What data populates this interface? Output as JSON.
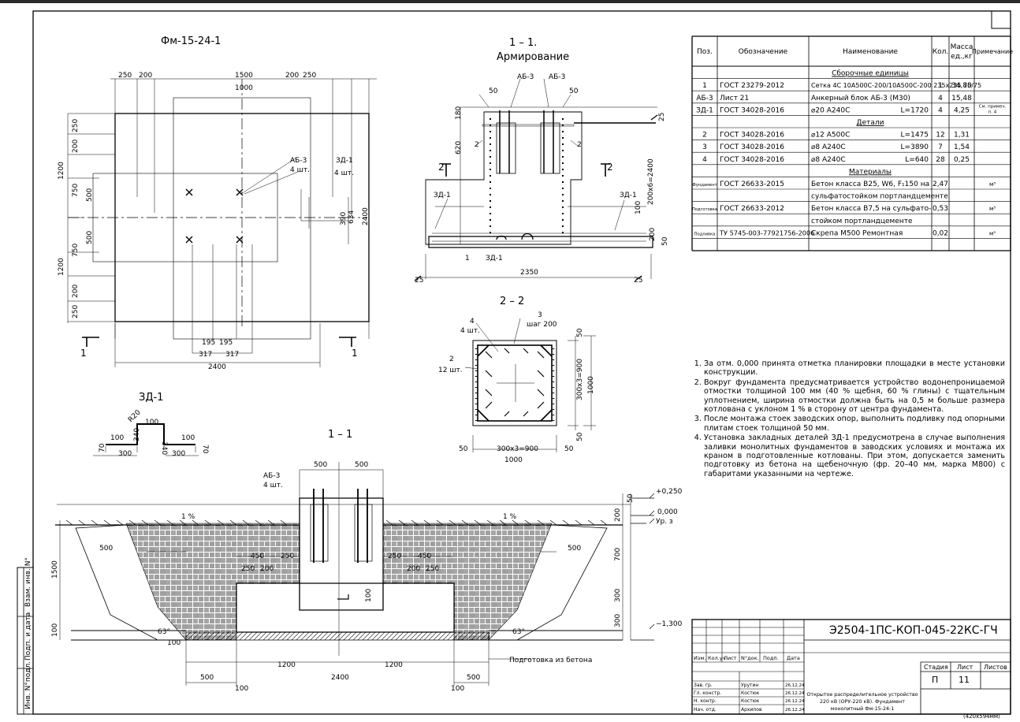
{
  "drawing": {
    "plan_title": "Фм-15-24-1",
    "section11_title": "1 – 1.",
    "section11_sub": "Армирование",
    "section22_title": "2 – 2",
    "detail_title": "ЗД-1",
    "section_main_title": "1 – 1",
    "plan_dims": [
      "250",
      "200",
      "1500",
      "200",
      "250",
      "1000",
      "1200",
      "750",
      "500",
      "500",
      "750",
      "1200",
      "250",
      "200",
      "200",
      "250",
      "390",
      "634",
      "2400",
      "195",
      "195",
      "317",
      "317",
      "2400"
    ],
    "plan_labels": {
      "ab": "АБ-3",
      "ab_qty": "4 шт.",
      "zd": "ЗД-1",
      "zd_qty": "4 шт.",
      "cut": "1"
    },
    "s11_dims": [
      "50",
      "50",
      "180",
      "620",
      "200x6=2400",
      "100",
      "200",
      "50",
      "2350",
      "25",
      "25",
      "25"
    ],
    "s11_labels": [
      "АБ-3",
      "АБ-3",
      "2",
      "2",
      "2",
      "2",
      "ЗД-1",
      "ЗД-1",
      "1",
      "ЗД-1"
    ],
    "s22_dims": [
      "50",
      "300x3=900",
      "1000",
      "50",
      "50",
      "300x3=900",
      "50",
      "1000"
    ],
    "s22_labels": {
      "p4": "4",
      "p4q": "4 шт.",
      "p3": "3",
      "p3s": "шаг 200",
      "p2": "2",
      "p2q": "12 шт."
    },
    "zd_dims": [
      "R20",
      "100",
      "100",
      "70",
      "340",
      "340",
      "100",
      "70",
      "300",
      "300"
    ],
    "main_dims": [
      "500",
      "500",
      "50",
      "+0,250",
      "0,000",
      "Ур. з",
      "200",
      "700",
      "300",
      "300",
      "−1,300",
      "1500",
      "100",
      "500",
      "500",
      "450",
      "250",
      "200",
      "250",
      "450",
      "250",
      "200",
      "250",
      "100",
      "63°",
      "63°",
      "1200",
      "1200",
      "2400",
      "500",
      "500",
      "100",
      "100",
      "100"
    ],
    "main_labels": {
      "ab": "АБ-3",
      "ab_qty": "4 шт.",
      "slope": "1 %",
      "concrete": "Подготовка из бетона"
    }
  },
  "spec": {
    "headers": [
      "Поз.",
      "Обозначение",
      "Наименование",
      "Кол.",
      "Масса ед.,кг",
      "Примечание"
    ],
    "rows": [
      {
        "type": "section",
        "name": "Сборочные единицы"
      },
      {
        "pos": "1",
        "designation": "ГОСТ 23279-2012",
        "name": "Сетка 4С 10А500С-200/10А500С-200 235х235 75/75",
        "qty": "1",
        "mass": "34,80",
        "note": ""
      },
      {
        "pos": "АБ-3",
        "designation": "Лист 21",
        "name": "Анкерный блок АБ-3 (М30)",
        "qty": "4",
        "mass": "15,48",
        "note": ""
      },
      {
        "pos": "ЗД-1",
        "designation": "ГОСТ 34028-2016",
        "name": "⌀20 А240С",
        "len": "L=1720",
        "qty": "4",
        "mass": "4,25",
        "note": "См. примеч. п. 4"
      },
      {
        "type": "section",
        "name": "Детали"
      },
      {
        "pos": "2",
        "designation": "ГОСТ 34028-2016",
        "name": "⌀12 А500С",
        "len": "L=1475",
        "qty": "12",
        "mass": "1,31",
        "note": ""
      },
      {
        "pos": "3",
        "designation": "ГОСТ 34028-2016",
        "name": "⌀8 А240С",
        "len": "L=3890",
        "qty": "7",
        "mass": "1,54",
        "note": ""
      },
      {
        "pos": "4",
        "designation": "ГОСТ 34028-2016",
        "name": "⌀8 А240С",
        "len": "L=640",
        "qty": "28",
        "mass": "0,25",
        "note": ""
      },
      {
        "type": "section",
        "name": "Материалы"
      },
      {
        "pos": "Фундамент",
        "designation": "ГОСТ 26633-2015",
        "name": "Бетон класса В25, W6, F₁150 на",
        "qty": "2,47",
        "mass": "",
        "note": "м³"
      },
      {
        "pos": "",
        "designation": "",
        "name": "сульфатостойком портландцементе",
        "qty": "",
        "mass": "",
        "note": ""
      },
      {
        "pos": "Подготовка",
        "designation": "ГОСТ 26633-2012",
        "name": "Бетон класса В7,5 на сульфато-",
        "qty": "0,53",
        "mass": "",
        "note": "м³"
      },
      {
        "pos": "",
        "designation": "",
        "name": "стойком портландцементе",
        "qty": "",
        "mass": "",
        "note": ""
      },
      {
        "pos": "Подливка",
        "designation": "ТУ 5745-003-77921756-2006",
        "name": "Скрепа М500 Ремонтная",
        "qty": "0,02",
        "mass": "",
        "note": "м³"
      },
      {
        "pos": "",
        "designation": "",
        "name": "",
        "qty": "",
        "mass": "",
        "note": ""
      }
    ]
  },
  "notes": [
    "За отм. 0,000 принята отметка планировки площадки в месте установки конструкции.",
    "Вокруг фундамента предусматривается устройство водонепроницаемой отмостки толщиной 100 мм (40 % щебня, 60 % глины) с тщательным уплотнением, ширина отмостки должна быть на 0,5 м больше размера котлована с уклоном 1 % в сторону от центра фундамента.",
    "После монтажа стоек заводских опор, выполнить подливку под опорными плитам стоек толщиной 50 мм.",
    "Установка закладных деталей ЗД-1 предусмотрена в случае выполнения заливки монолитных фундаментов в заводских условиях и монтажа их краном в подготовленные котлованы. При этом, допускается заменить подготовку из бетона на щебеночную (фр. 20–40 мм, марка М800) с габаритами указанными на чертеже."
  ],
  "stamp": {
    "code": "Э2504-1ПС-КОП-045-22КС-ГЧ",
    "col_headers": [
      "Изм.",
      "Кол.уч",
      "Лист",
      "N°док.",
      "Подп.",
      "Дата"
    ],
    "people": [
      {
        "role": "Зав. гр.",
        "name": "Урутин",
        "date": "26.12.24"
      },
      {
        "role": "Гл. констр.",
        "name": "Костюк",
        "date": "26.12.24"
      },
      {
        "role": "Н. контр.",
        "name": "Костюк",
        "date": "26.12.24"
      },
      {
        "role": "Нач. отд.",
        "name": "Архипов",
        "date": "26.12.24"
      }
    ],
    "title_lines": [
      "Открытое распределительное устройство",
      "220 кВ (ОРУ-220 кВ). Фундамент",
      "монолитный Фм-15-24-1"
    ],
    "stage_label": "Стадия",
    "sheet_label": "Лист",
    "sheets_label": "Листов",
    "stage": "П",
    "sheet": "11",
    "sheets": ""
  },
  "side_stamp": [
    "Взам. инв. N°",
    "Подп. и дата",
    "Инв. N°подл."
  ],
  "format": "(420х594мм)"
}
